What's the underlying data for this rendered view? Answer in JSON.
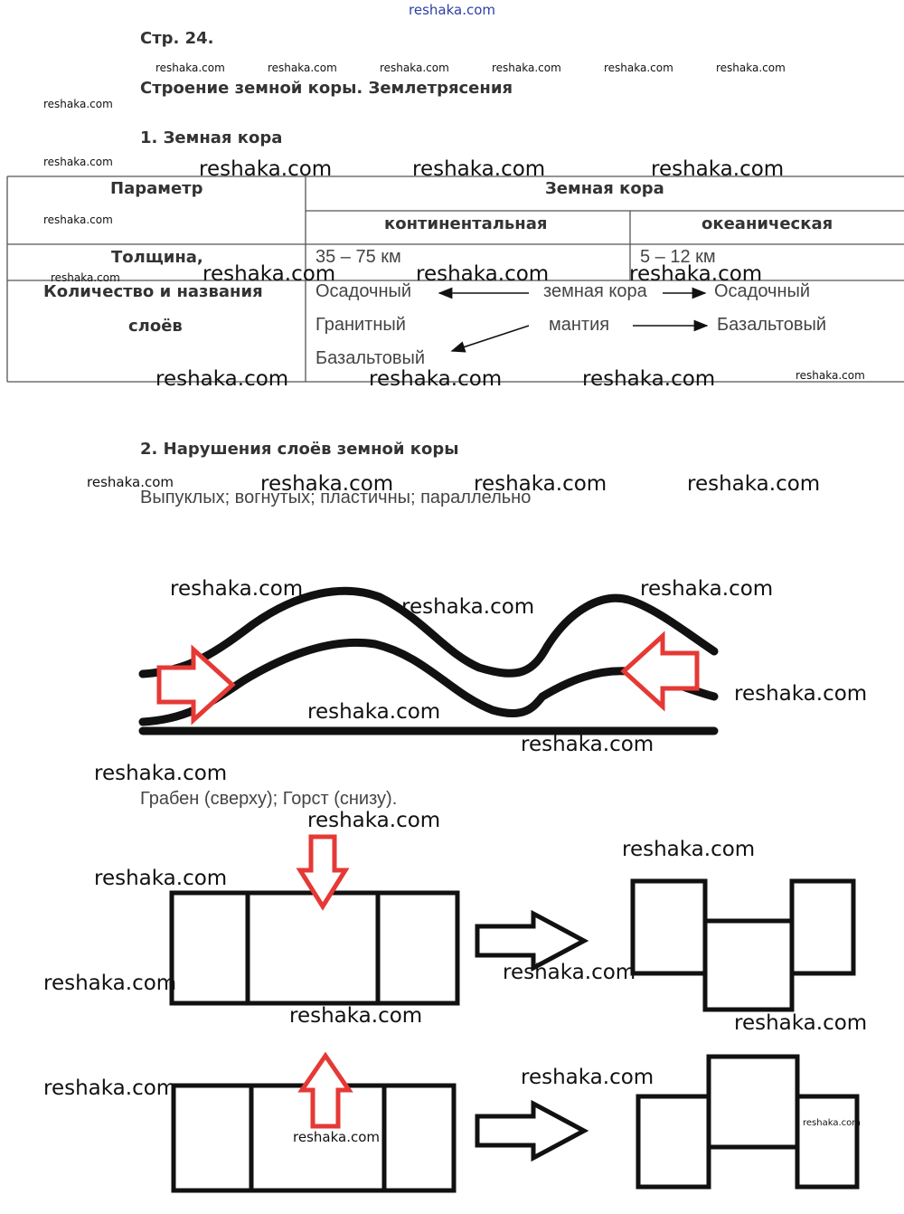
{
  "page": {
    "watermark_top": "reshaka.com",
    "page_number": "Стр. 24.",
    "title": "Строение земной коры. Землетрясения"
  },
  "section1": {
    "heading": "1. Земная кора",
    "table": {
      "col_param": "Параметр",
      "col_crust": "Земная кора",
      "col_continental": "континентальная",
      "col_oceanic": "океаническая",
      "row_thickness_label": "Толщина,",
      "thickness_continental": "35 – 75 км",
      "thickness_oceanic": "5 – 12 км",
      "row_layers_label_1": "Количество и названия",
      "row_layers_label_2": "слоёв",
      "layers_continental": [
        "Осадочный",
        "Гранитный",
        "Базальтовый"
      ],
      "layers_center": [
        "земная кора",
        "мантия"
      ],
      "layers_oceanic": [
        "Осадочный",
        "Базальтовый"
      ]
    }
  },
  "section2": {
    "heading": "2. Нарушения слоёв земной коры",
    "answer1": "Выпуклых; вогнутых; пластичны; параллельно",
    "answer2": "Грабен (сверху); Горст (снизу)."
  },
  "watermarks": {
    "small": "reshaka.com",
    "large": "reshaka.com"
  },
  "colors": {
    "arrow_red": "#e53935",
    "lines": "#111111",
    "watermark_blue": "#2f3fa8"
  }
}
